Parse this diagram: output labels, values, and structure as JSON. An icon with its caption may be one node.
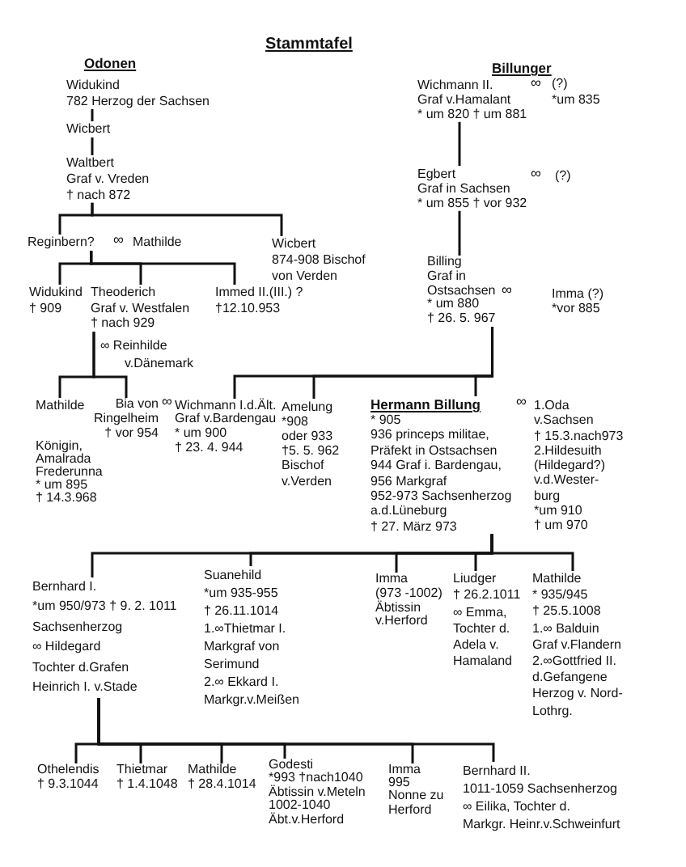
{
  "diagram": {
    "title": "Stammtafel",
    "nodes": [
      {
        "text": [
          "Widukind 782 Herzog der Sachsen"
        ]
      },
      {
        "text": [
          "Wicbert"
        ]
      },
      {
        "text": [
          "Waltbert Graf v. Vreden † nach 872"
        ]
      },
      {
        "text": [
          "Reginbern?"
        ],
        "beside": [
          "∞",
          "Mathilde"
        ]
      },
      {
        "text": [
          "Wicbert 874-908 Bischof von Verden"
        ]
      },
      {
        "text": [
          "Widukind † 909"
        ]
      },
      {
        "text": [
          "Theoderich Graf v. Westfalen † nach 929"
        ],
        "beside": [
          "∞ Reinhilde v.Dänemark"
        ]
      },
      {
        "text": [
          "Immed II.(III.) ? †12.10.953"
        ]
      },
      {
        "text": [
          "Wichmann II. Graf v.Hamalant * um 820 † um 881"
        ],
        "beside": [
          "∞",
          "(?) *um 835"
        ]
      },
      {
        "text": [
          "Egbert Graf in Sachsen * um 855 † vor 932"
        ],
        "beside": [
          "∞",
          "(?)"
        ]
      },
      {
        "text": [
          "Billing Graf in Ostsachsen * um 880 † 26. 5. 967"
        ],
        "beside": [
          "∞",
          "Imma (?) *vor 885"
        ]
      },
      {
        "text": [
          "Mathilde",
          "Königin, Amalrada Frederunna * um 895 † 14.3.968"
        ]
      },
      {
        "text": [
          "Bia von Ringelheim † vor 954"
        ],
        "beside": [
          "∞"
        ]
      },
      {
        "text": [
          "Wichmann I.d.Ält. Graf v.Bardengau * um 900 † 23. 4. 944"
        ]
      },
      {
        "text": [
          "Amelung *908 oder 933 †5. 5. 962 Bischof v.Verden"
        ]
      },
      {
        "text": [
          "Hermann Billung",
          "* 905 936 princeps militae, Präfekt in Ostsachsen 944 Graf i. Bardengau, 956 Markgraf 952-973 Sachsenherzog a.d.Lüneburg † 27. März 973"
        ],
        "beside": [
          "∞",
          "1.Oda v.Sachsen † 15.3.nach973 2.Hildesuith (Hildegard?) v.d.Wester- burg *um 910 † um 970"
        ]
      },
      {
        "text": [
          "Bernhard I. *um 950/973 † 9. 2. 1011 Sachsenherzog ∞ Hildegard Tochter d.Grafen Heinrich I. v.Stade"
        ]
      },
      {
        "text": [
          "Suanehild *um 935-955 † 26.11.1014 1.∞Thietmar I. Markgraf von Serimund 2.∞ Ekkard I. Markgr.v.Meißen"
        ]
      },
      {
        "text": [
          "Imma (973 -1002) Äbtissin v.Herford"
        ]
      },
      {
        "text": [
          "Liudger † 26.2.1011 ∞ Emma, Tochter d. Adela v. Hamaland"
        ]
      },
      {
        "text": [
          "Mathilde * 935/945 † 25.5.1008 1.∞ Balduin Graf v.Flandern 2.∞Gottfried II. d.Gefangene Herzog v. Nord- Lothrg."
        ]
      },
      {
        "text": [
          "Othelendis † 9.3.1044"
        ]
      },
      {
        "text": [
          "Thietmar † 1.4.1048"
        ]
      },
      {
        "text": [
          "Mathilde † 28.4.1014"
        ]
      },
      {
        "text": [
          "Godesti *993 †nach1040 Äbtissin v.Meteln 1002-1040 Äbt.v.Herford"
        ]
      },
      {
        "text": [
          "Imma 995 Nonne zu Herford"
        ]
      },
      {
        "text": [
          "Bernhard II. 1011-1059 Sachsenherzog ∞ Eilika, Tochter d. Markgr. Heinr.v.Schweinfurt"
        ]
      }
    ],
    "edges": [
      {
        "from": 0,
        "to": 1,
        "arrow": "none"
      },
      {
        "from": 1,
        "to": 2,
        "arrow": "none"
      },
      {
        "from": 2,
        "to": 3,
        "arrow": "none"
      },
      {
        "from": 2,
        "to": 4,
        "arrow": "none"
      },
      {
        "from": 3,
        "to": 5,
        "arrow": "none"
      },
      {
        "from": 3,
        "to": 6,
        "arrow": "none"
      },
      {
        "from": 3,
        "to": 7,
        "arrow": "none"
      },
      {
        "from": 6,
        "to": 11,
        "arrow": "none"
      },
      {
        "from": 6,
        "to": 12,
        "arrow": "none"
      },
      {
        "from": 8,
        "to": 9,
        "arrow": "none"
      },
      {
        "from": 9,
        "to": 10,
        "arrow": "none"
      },
      {
        "from": 10,
        "to": 13,
        "arrow": "none"
      },
      {
        "from": 10,
        "to": 14,
        "arrow": "none"
      },
      {
        "from": 10,
        "to": 15,
        "arrow": "none"
      },
      {
        "from": 15,
        "to": 16,
        "arrow": "none"
      },
      {
        "from": 15,
        "to": 17,
        "arrow": "none"
      },
      {
        "from": 15,
        "to": 18,
        "arrow": "none"
      },
      {
        "from": 15,
        "to": 19,
        "arrow": "none"
      },
      {
        "from": 15,
        "to": 20,
        "arrow": "none"
      },
      {
        "from": 16,
        "to": 21,
        "arrow": "none"
      },
      {
        "from": 16,
        "to": 22,
        "arrow": "none"
      },
      {
        "from": 16,
        "to": 23,
        "arrow": "none"
      },
      {
        "from": 16,
        "to": 24,
        "arrow": "none"
      },
      {
        "from": 16,
        "to": 25,
        "arrow": "none"
      },
      {
        "from": 16,
        "to": 26,
        "arrow": "none"
      }
    ],
    "labels": [
      "Odonen",
      "Billunger"
    ]
  }
}
